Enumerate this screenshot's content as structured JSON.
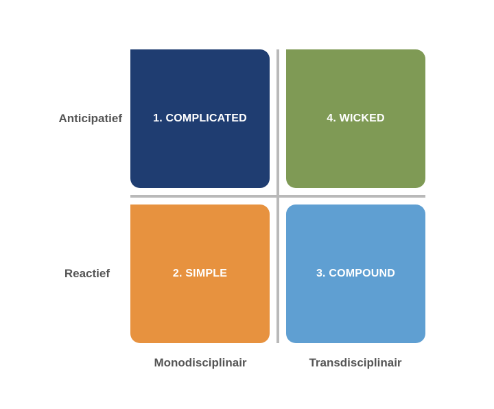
{
  "quadrants": {
    "top_left": "1. COMPLICATED",
    "top_right": "4. WICKED",
    "bottom_left": "2. SIMPLE",
    "bottom_right": "3. COMPOUND"
  },
  "rows": {
    "top": "Anticipatief",
    "bottom": "Reactief"
  },
  "columns": {
    "left": "Monodisciplinair",
    "right": "Transdisciplinair"
  },
  "colors": {
    "complicated": "#1f3d71",
    "wicked": "#7f9a55",
    "simple": "#e7923f",
    "compound": "#5f9fd2",
    "divider": "#b9b9b9",
    "label_text": "#555555"
  }
}
